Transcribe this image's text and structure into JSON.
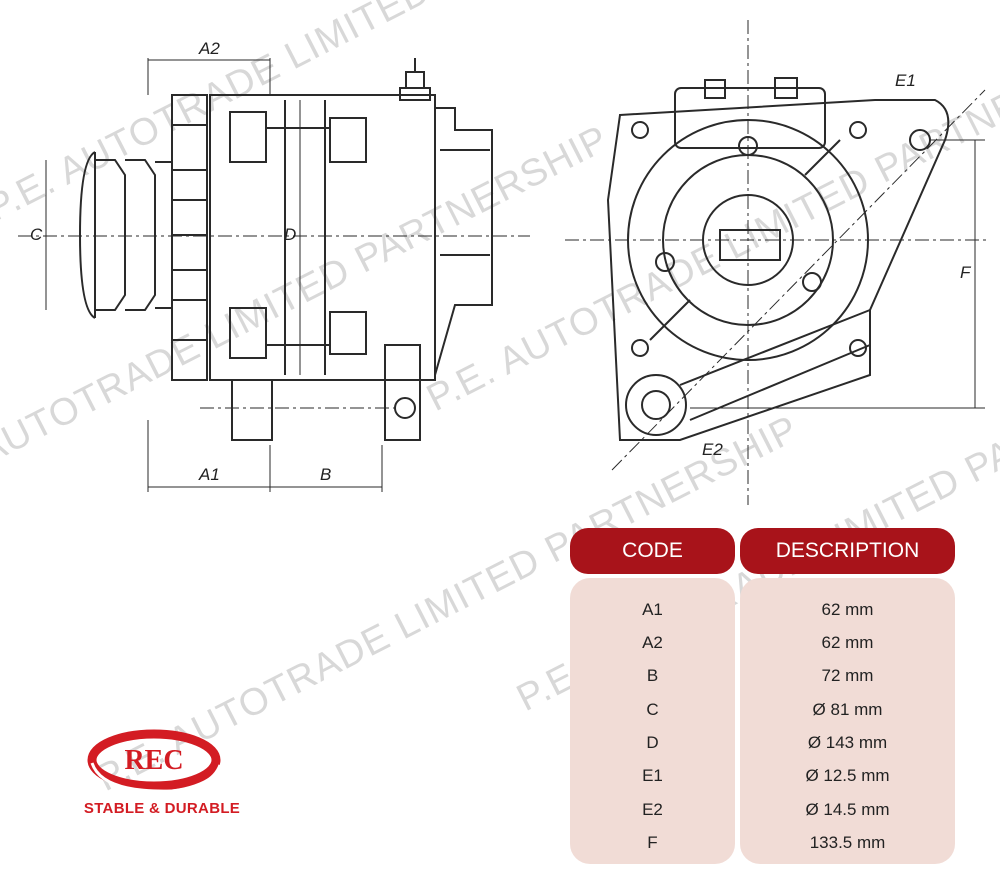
{
  "watermark": "P.E. AUTOTRADE LIMITED PARTNERSHIP",
  "labels": {
    "a1": "A1",
    "a2": "A2",
    "b": "B",
    "c": "C",
    "d": "D",
    "e1": "E1",
    "e2": "E2",
    "f": "F"
  },
  "table": {
    "code_header": "CODE",
    "description_header": "DESCRIPTION",
    "rows": [
      {
        "code": "A1",
        "description": "62 mm"
      },
      {
        "code": "A2",
        "description": "62 mm"
      },
      {
        "code": "B",
        "description": "72 mm"
      },
      {
        "code": "C",
        "description": "Ø 81 mm"
      },
      {
        "code": "D",
        "description": "Ø 143 mm"
      },
      {
        "code": "E1",
        "description": "Ø 12.5 mm"
      },
      {
        "code": "E2",
        "description": "Ø 14.5 mm"
      },
      {
        "code": "F",
        "description": "133.5 mm"
      }
    ]
  },
  "logo": {
    "brand": "REC",
    "tagline": "STABLE & DURABLE",
    "color": "#d31c23"
  },
  "colors": {
    "header_bg": "#a8131a",
    "table_bg": "#f1dcd6",
    "line": "#2a2a2a"
  }
}
